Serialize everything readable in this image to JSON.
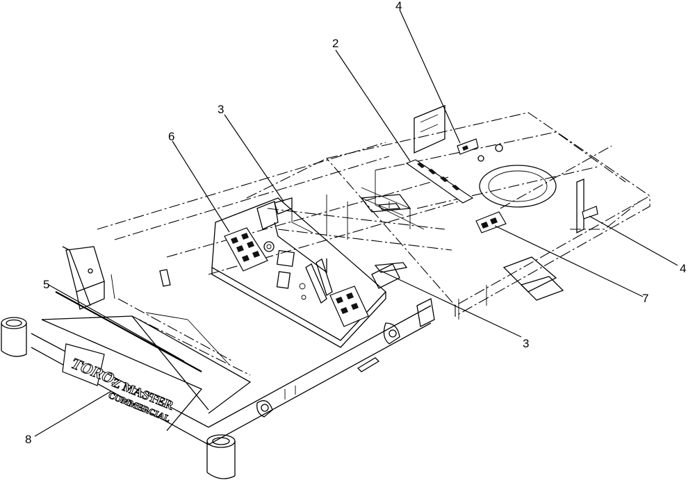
{
  "diagram": {
    "callouts": [
      "2",
      "3",
      "3",
      "4",
      "4",
      "5",
      "6",
      "7",
      "8"
    ]
  },
  "decal_texts": {
    "brand_logo": "TORO.",
    "model_logo_line1": "Z MASTER",
    "model_logo_line2": "COMMERCIAL"
  }
}
